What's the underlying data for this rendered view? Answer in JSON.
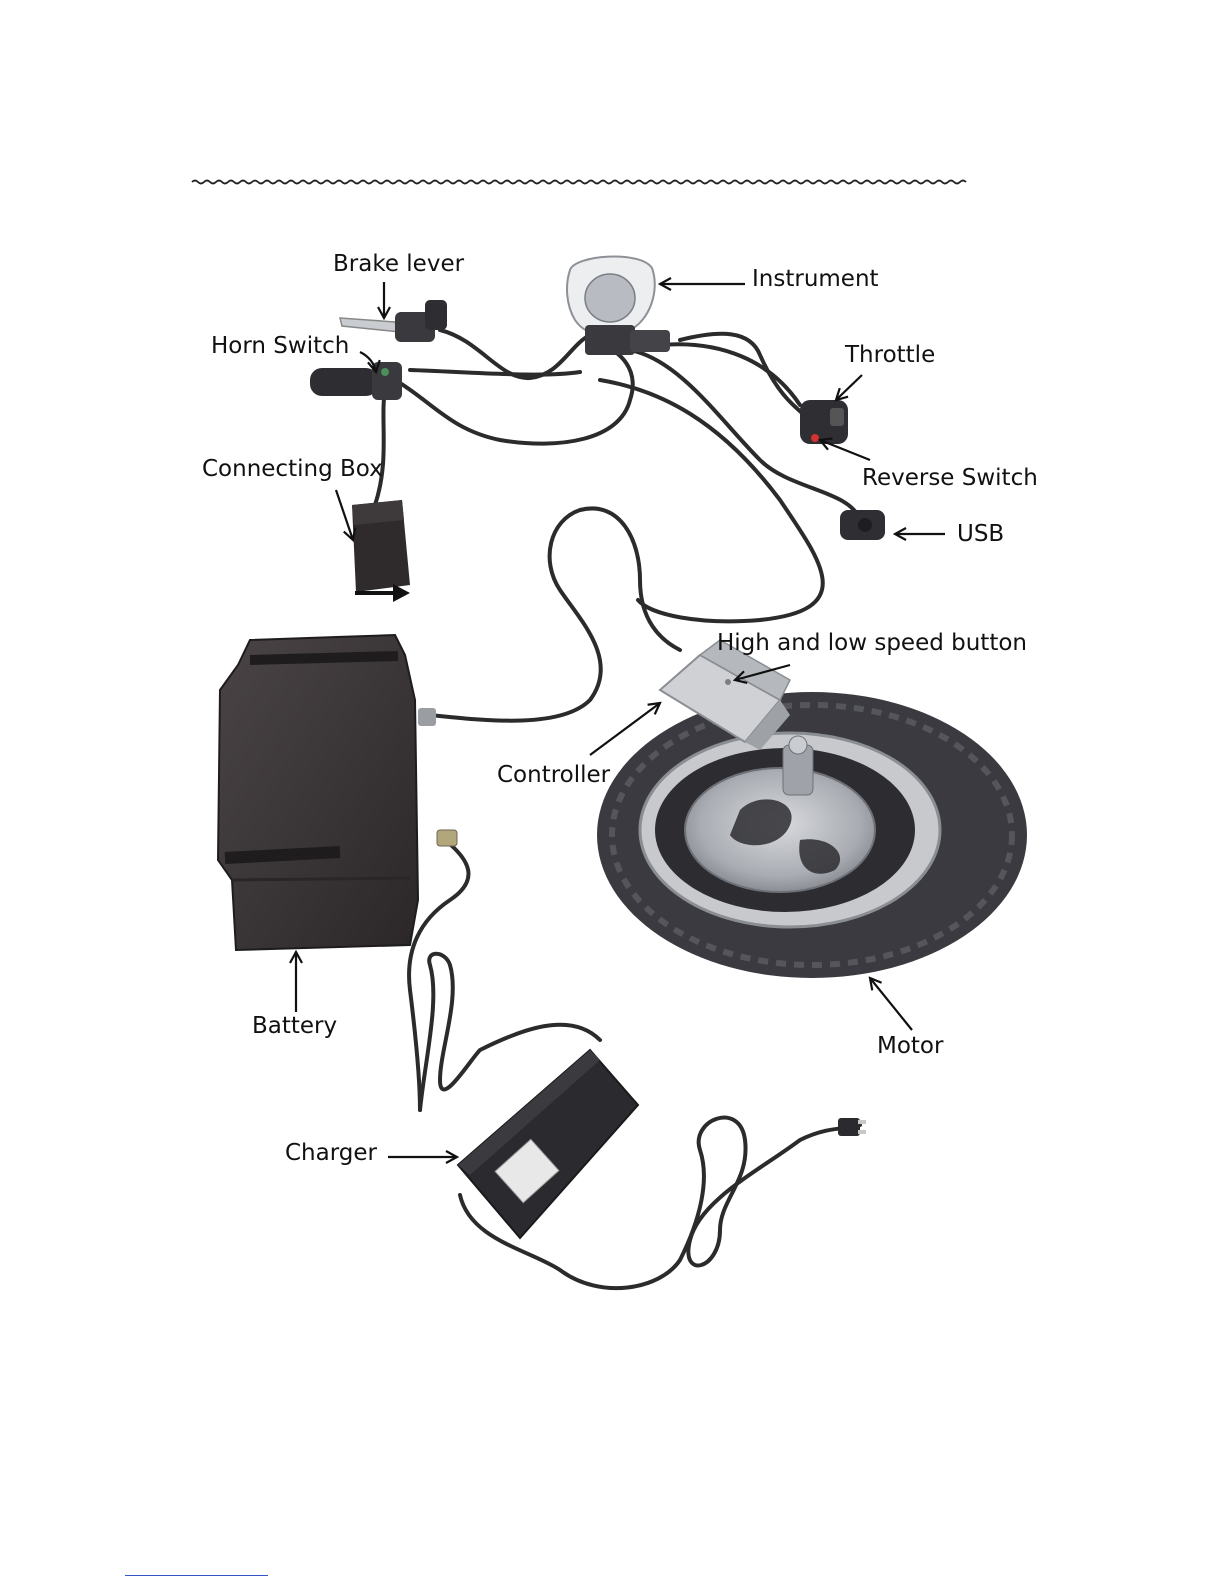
{
  "labels": {
    "brake_lever": "Brake lever",
    "instrument": "Instrument",
    "horn_switch": "Horn Switch",
    "throttle": "Throttle",
    "connecting_box": "Connecting Box",
    "reverse_switch": "Reverse Switch",
    "usb": "USB",
    "high_low_speed_button": "High and low speed button",
    "controller": "Controller",
    "battery": "Battery",
    "motor": "Motor",
    "charger": "Charger"
  },
  "colors": {
    "ink": "#111111",
    "cable": "#2b2b2b",
    "rubber": "#333338",
    "metal": "#b9bcc2",
    "battery": "#3a3537",
    "footnote_rule": "#3355cc"
  }
}
